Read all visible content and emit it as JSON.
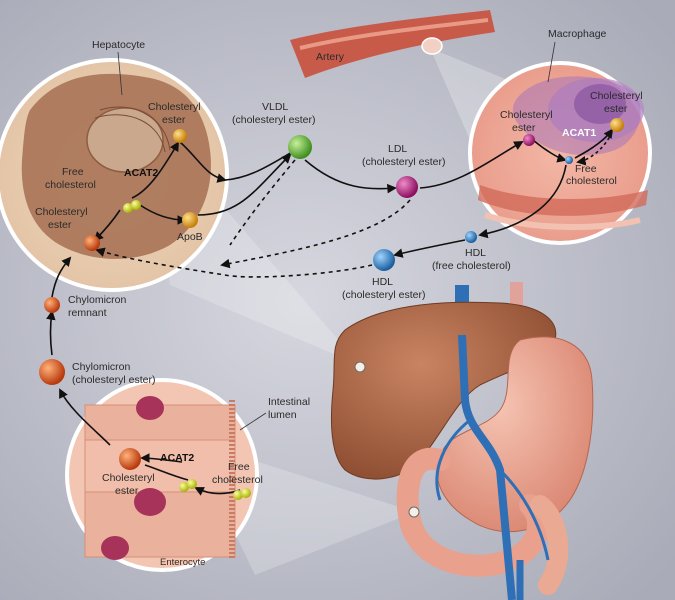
{
  "labels": {
    "artery": "Artery",
    "macrophage": "Macrophage",
    "hepatocyte": "Hepatocyte",
    "hep_cholesteryl_ester_top_1": "Cholesteryl",
    "hep_cholesteryl_ester_top_2": "ester",
    "hep_acat2": "ACAT2",
    "hep_free_chol_1": "Free",
    "hep_free_chol_2": "cholesterol",
    "hep_cholesteryl_ester_left_1": "Cholesteryl",
    "hep_cholesteryl_ester_left_2": "ester",
    "hep_apob": "ApoB",
    "vldl_1": "VLDL",
    "vldl_2": "(cholesteryl ester)",
    "ldl_1": "LDL",
    "ldl_2": "(cholesteryl ester)",
    "mac_cholesteryl_ester_left_1": "Cholesteryl",
    "mac_cholesteryl_ester_left_2": "ester",
    "mac_cholesteryl_ester_right_1": "Cholesteryl",
    "mac_cholesteryl_ester_right_2": "ester",
    "mac_acat1": "ACAT1",
    "mac_free_chol_1": "Free",
    "mac_free_chol_2": "cholesterol",
    "hdl_free_1": "HDL",
    "hdl_free_2": "(free cholesterol)",
    "hdl_ce_1": "HDL",
    "hdl_ce_2": "(cholesteryl ester)",
    "chylo_remnant_1": "Chylomicron",
    "chylo_remnant_2": "remnant",
    "chylo_1": "Chylomicron",
    "chylo_2": "(cholesteryl ester)",
    "intestinal_lumen_1": "Intestinal",
    "intestinal_lumen_2": "lumen",
    "ent_acat2": "ACAT2",
    "ent_cholesteryl_ester_1": "Cholesteryl",
    "ent_cholesteryl_ester_2": "ester",
    "ent_free_chol_1": "Free",
    "ent_free_chol_2": "cholesterol",
    "enterocyte": "Enterocyte"
  },
  "colors": {
    "background": "#b8bac6",
    "vldl_particle": "#6fbf3f",
    "ldl_particle": "#b0187a",
    "hdl_particle": "#2b7fc6",
    "chylomicron_particle": "#e0581c",
    "cholesteryl_ester_particle": "#e7a21a",
    "free_cholesterol_particle": "#d8e21c",
    "liver": "#b06a48",
    "stomach": "#e9a08c",
    "artery": "#c85a4a"
  }
}
